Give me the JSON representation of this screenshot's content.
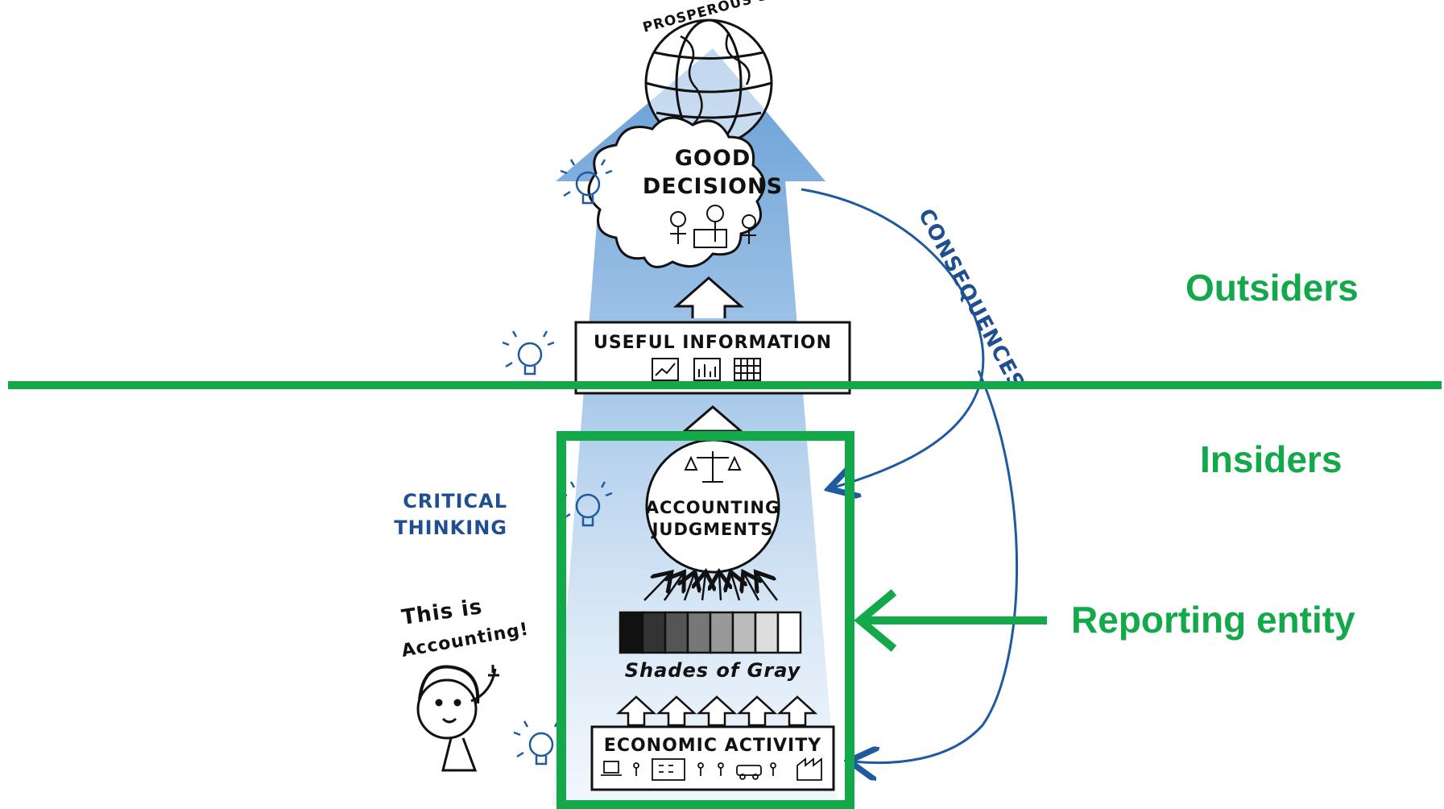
{
  "diagram": {
    "top_label": "PROSPEROUS SOCIETY",
    "good_decisions_line1": "GOOD",
    "good_decisions_line2": "DECISIONS",
    "useful_information": "USEFUL INFORMATION",
    "consequences": "CONSEQUENCES",
    "critical_line1": "CRITICAL",
    "critical_line2": "THINKING",
    "accounting_line1": "ACCOUNTING",
    "accounting_line2": "JUDGMENTS",
    "shades_of_gray": "Shades of Gray",
    "economic_activity": "ECONOMIC ACTIVITY",
    "speech_line1": "This is",
    "speech_line2": "Accounting!"
  },
  "annotations": {
    "outsiders": "Outsiders",
    "insiders": "Insiders",
    "reporting_entity": "Reporting entity"
  },
  "colors": {
    "green": "#13a84a",
    "blue_arrow": "#6fa3d8",
    "ink": "#111111",
    "blue_ink": "#1f4f8f"
  }
}
